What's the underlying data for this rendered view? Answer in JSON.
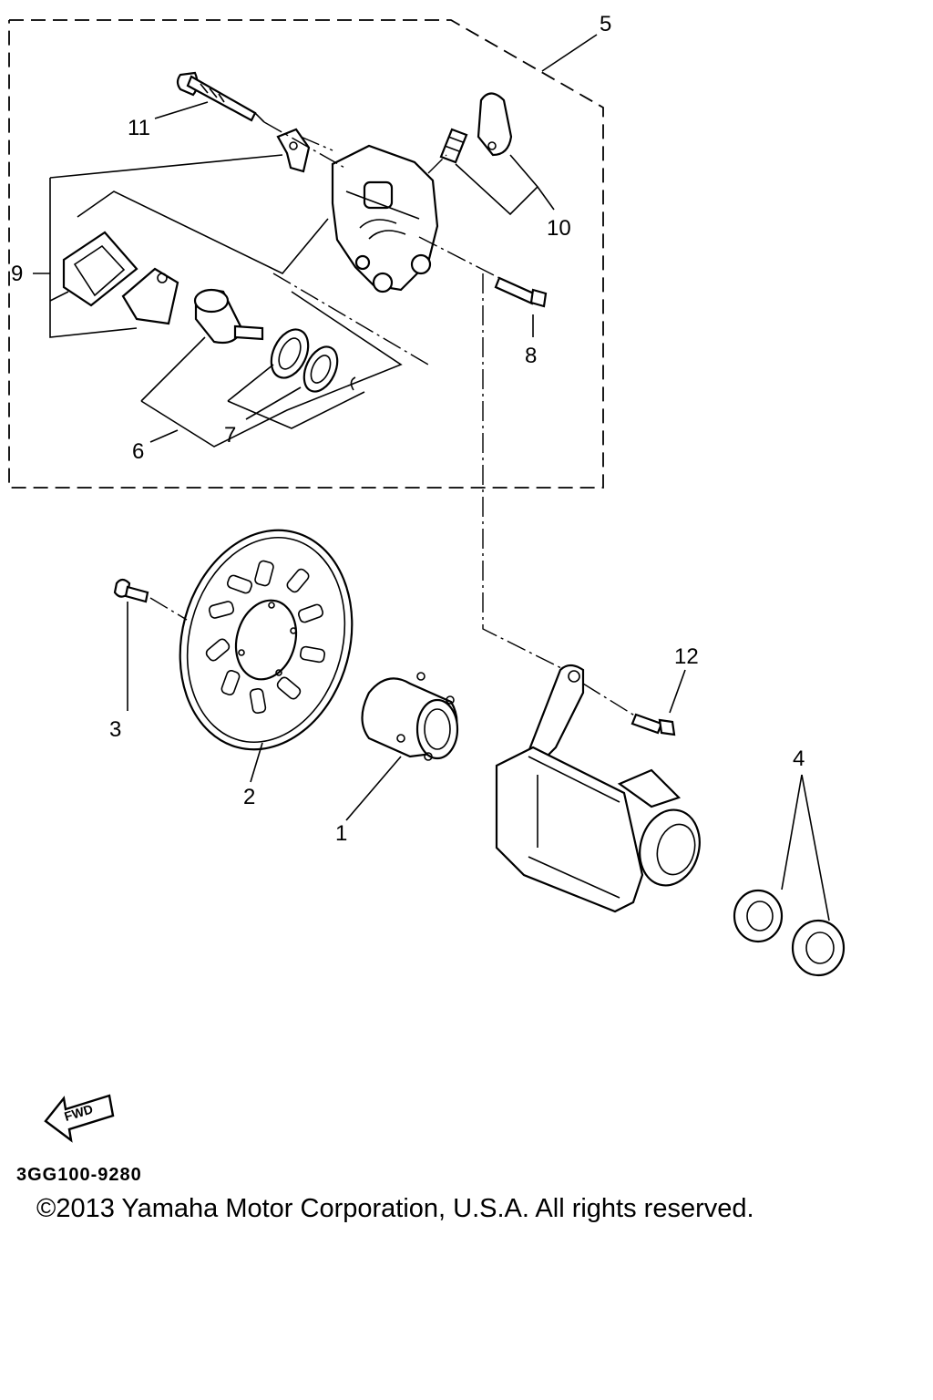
{
  "diagram": {
    "callouts": {
      "c1": "1",
      "c2": "2",
      "c3": "3",
      "c4": "4",
      "c5": "5",
      "c6": "6",
      "c7": "7",
      "c8": "8",
      "c9": "9",
      "c10": "10",
      "c11": "11",
      "c12": "12"
    },
    "fwd_label": "FWD",
    "drawing_code": "3GG100-9280",
    "copyright": "©2013 Yamaha Motor Corporation, U.S.A. All rights reserved."
  }
}
